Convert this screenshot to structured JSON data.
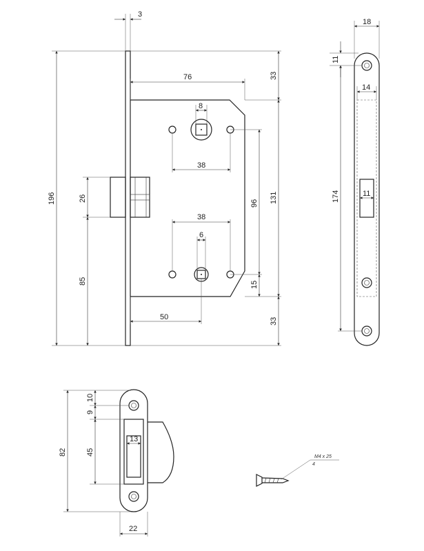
{
  "dimensions": {
    "faceplate_thickness": "3",
    "backset_top": "76",
    "spindle_size": "8",
    "handle_hole_spacing_top": "38",
    "latch_height": "26",
    "lock_height_total": "196",
    "top_offset": "33",
    "spindle_to_key": "96",
    "body_height": "131",
    "handle_hole_spacing_bottom": "38",
    "key_spindle": "6",
    "key_offset": "15",
    "latch_to_bottom": "85",
    "backset_bottom": "50",
    "bottom_offset": "33",
    "faceplate_width": "18",
    "faceplate_hole_offset": "11",
    "faceplate_slot_width": "14",
    "faceplate_length": "174",
    "faceplate_latch_slot": "11",
    "strike_top_offset": "10",
    "strike_slot_offset": "9",
    "strike_height": "82",
    "strike_slot_height": "45",
    "strike_slot_width": "13",
    "strike_width": "22"
  },
  "screw": {
    "spec": "M4 x 25",
    "quantity": "4"
  }
}
